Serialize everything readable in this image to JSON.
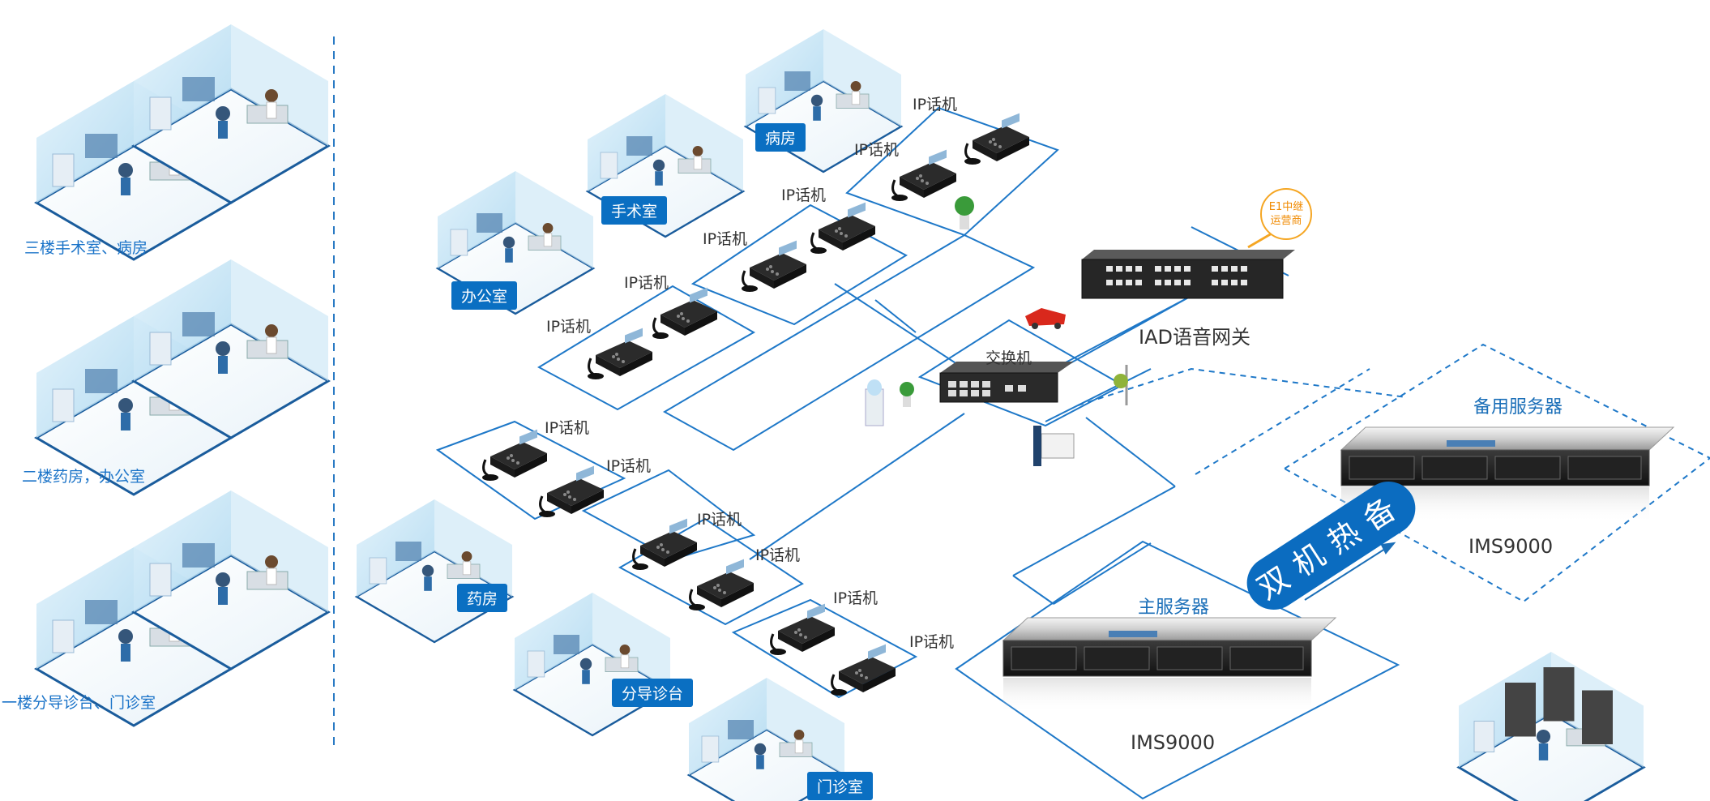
{
  "floors": [
    {
      "label": "三楼手术室、病房"
    },
    {
      "label": "二楼药房，办公室"
    },
    {
      "label": "一楼分导诊台、门诊室"
    }
  ],
  "rooms": {
    "ward": "病房",
    "surgery": "手术室",
    "office": "办公室",
    "pharmacy": "药房",
    "triage": "分导诊台",
    "clinic": "门诊室"
  },
  "phones": {
    "label": "IP话机"
  },
  "devices": {
    "switch": "交换机",
    "iad": "IAD语音网关",
    "e1_line1": "E1中继",
    "e1_line2": "运营商"
  },
  "servers": {
    "main_title": "主服务器",
    "main_model": "IMS9000",
    "backup_title": "备用服务器",
    "backup_model": "IMS9000",
    "hot_standby": "双机热备"
  },
  "colors": {
    "accent": "#1b6fb8",
    "tag_bg": "#0a6fc2",
    "line": "#1e78c8",
    "e1": "#f5a623"
  }
}
